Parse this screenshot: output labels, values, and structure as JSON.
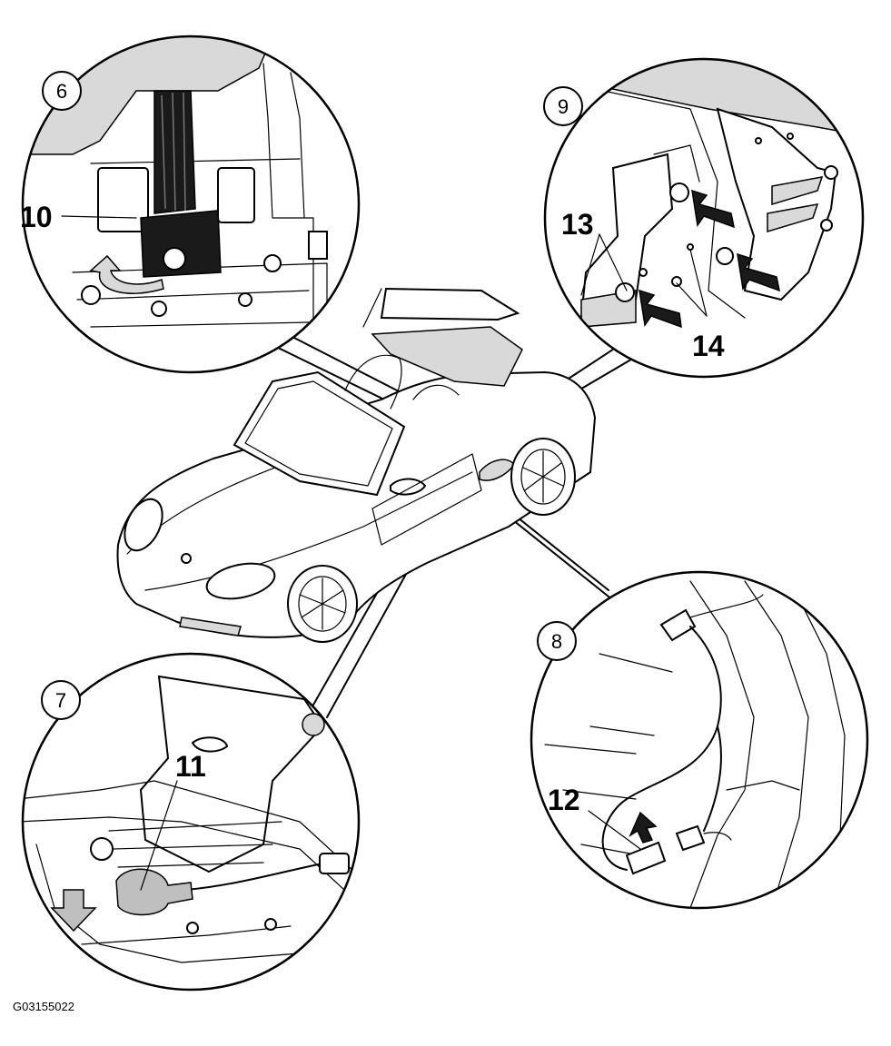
{
  "callouts": [
    {
      "id": "6",
      "label": "6"
    },
    {
      "id": "7",
      "label": "7"
    },
    {
      "id": "8",
      "label": "8"
    },
    {
      "id": "9",
      "label": "9"
    }
  ],
  "parts": [
    {
      "id": "10",
      "label": "10"
    },
    {
      "id": "11",
      "label": "11"
    },
    {
      "id": "12",
      "label": "12"
    },
    {
      "id": "13",
      "label": "13"
    },
    {
      "id": "14",
      "label": "14"
    }
  ],
  "figure_code": "G03155022"
}
